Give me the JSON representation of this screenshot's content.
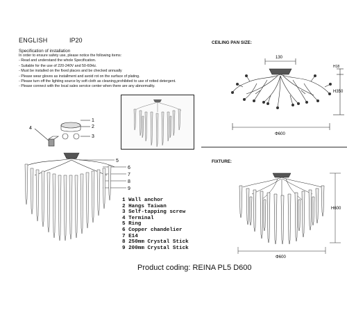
{
  "header": {
    "language": "ENGLISH",
    "ip_rating": "IP20"
  },
  "specification": {
    "title": "Specification of installation",
    "lines": [
      "In order to ensure safety use, please notice the following items:",
      "- Read and understand the whole Specification.",
      "- Suitable for the use of 220-240V and 50-60Hz.",
      "- Must be installed on the fixed places and be checked annually",
      "- Please wear gloves as installment and avoid rot on the surface of plating.",
      "- Please turn off the lighting source by soft cloth as cleaning,prohibited to use of rotted detergent.",
      "- Please connect with the local sales service center when there are any abnormality."
    ]
  },
  "ceiling_pan": {
    "title": "CEILING PAN SIZE:",
    "dim_pan": "130",
    "dim_h_small": "H18",
    "dim_height": "H350",
    "dim_width": "Φ600"
  },
  "fixture": {
    "title": "FIXTURE:",
    "dim_height": "H600",
    "dim_width": "Φ600"
  },
  "callouts": [
    "1",
    "2",
    "3",
    "4",
    "5",
    "6",
    "7",
    "8",
    "9"
  ],
  "parts_list": [
    "1 Wall anchor",
    "2 Hangs Taiwan",
    "3 Self-tapping screw",
    "4 Terminal",
    "5 Ring",
    "6 Copper chandelier",
    "7 E14",
    "8 250mm Crystal Stick",
    "9 200mm Crystal Stick"
  ],
  "product_coding": "Product coding: REINA PL5 D600"
}
